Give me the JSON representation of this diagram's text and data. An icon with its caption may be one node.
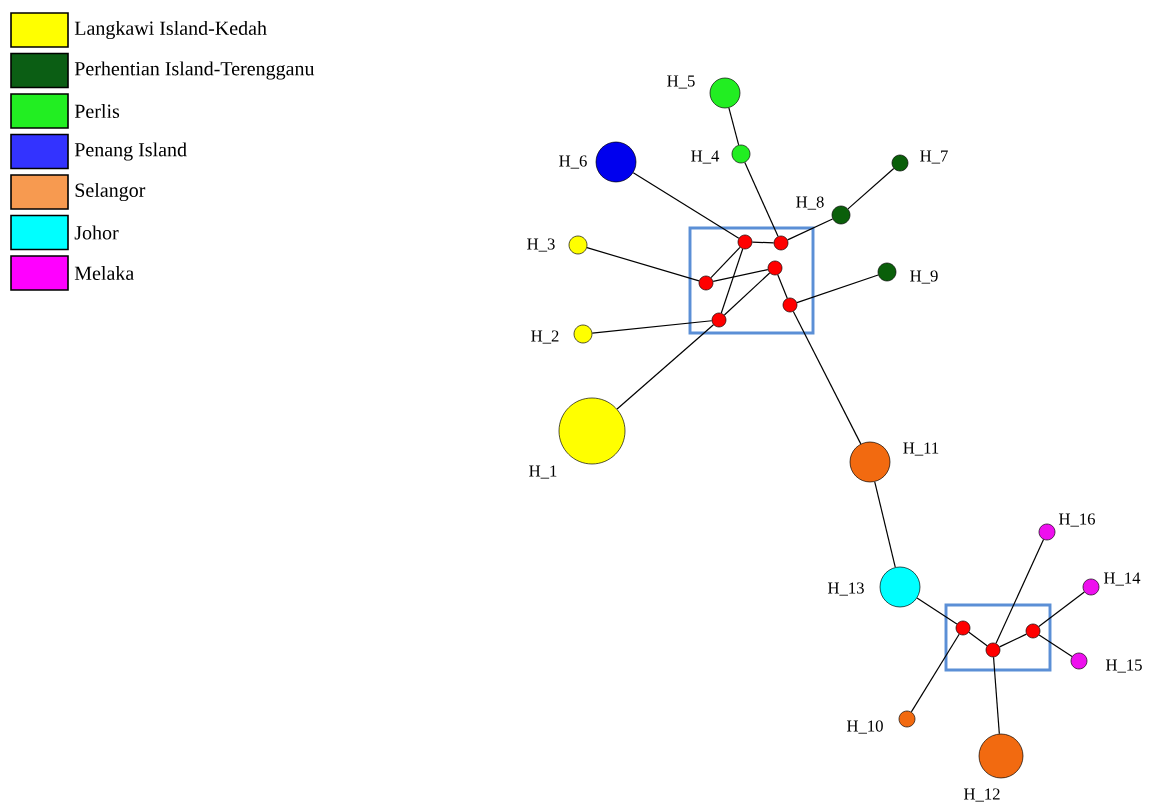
{
  "diagram": {
    "nodes": [
      {
        "text": [],
        "shape": "circle",
        "beside": [
          "H_5"
        ]
      },
      {
        "text": [],
        "shape": "circle",
        "beside": [
          "H_6"
        ]
      },
      {
        "text": [],
        "shape": "circle",
        "beside": [
          "H_4"
        ]
      },
      {
        "text": [],
        "shape": "circle",
        "beside": [
          "H_7"
        ]
      },
      {
        "text": [],
        "shape": "circle",
        "beside": [
          "H_8"
        ]
      },
      {
        "text": [],
        "shape": "circle",
        "beside": [
          "H_3"
        ]
      },
      {
        "text": [],
        "shape": "circle",
        "beside": [
          "H_9"
        ]
      },
      {
        "text": [],
        "shape": "circle",
        "beside": [
          "H_2"
        ]
      },
      {
        "text": [],
        "shape": "circle",
        "beside": [
          "H_1"
        ]
      },
      {
        "text": [],
        "shape": "circle",
        "beside": [
          "H_11"
        ]
      },
      {
        "text": [],
        "shape": "circle",
        "beside": [
          "H_16"
        ]
      },
      {
        "text": [],
        "shape": "circle",
        "beside": [
          "H_14"
        ]
      },
      {
        "text": [],
        "shape": "circle",
        "beside": [
          "H_13"
        ]
      },
      {
        "text": [],
        "shape": "circle",
        "beside": [
          "H_15"
        ]
      },
      {
        "text": [],
        "shape": "circle",
        "beside": [
          "H_10"
        ]
      },
      {
        "text": [],
        "shape": "circle",
        "beside": [
          "H_12"
        ]
      },
      {
        "text": [],
        "shape": "circle"
      },
      {
        "text": [],
        "shape": "circle"
      },
      {
        "text": [],
        "shape": "circle"
      },
      {
        "text": [],
        "shape": "circle"
      },
      {
        "text": [],
        "shape": "circle"
      },
      {
        "text": [],
        "shape": "circle"
      },
      {
        "text": [],
        "shape": "circle"
      },
      {
        "text": [],
        "shape": "circle"
      },
      {
        "text": [],
        "shape": "circle"
      }
    ],
    "edges": [
      {
        "from": 0,
        "to": 2,
        "arrow": "none"
      },
      {
        "from": 1,
        "to": 16,
        "arrow": "none"
      },
      {
        "from": 16,
        "to": 17,
        "arrow": "none"
      },
      {
        "from": 17,
        "to": 2,
        "arrow": "none"
      },
      {
        "from": 17,
        "to": 4,
        "arrow": "none"
      },
      {
        "from": 4,
        "to": 3,
        "arrow": "none"
      },
      {
        "from": 16,
        "to": 18,
        "arrow": "none"
      },
      {
        "from": 16,
        "to": 20,
        "arrow": "none"
      },
      {
        "from": 5,
        "to": 18,
        "arrow": "none"
      },
      {
        "from": 18,
        "to": 19,
        "arrow": "none"
      },
      {
        "from": 19,
        "to": 20,
        "arrow": "none"
      },
      {
        "from": 19,
        "to": 21,
        "arrow": "none"
      },
      {
        "from": 21,
        "to": 6,
        "arrow": "none"
      },
      {
        "from": 7,
        "to": 20,
        "arrow": "none"
      },
      {
        "from": 20,
        "to": 8,
        "arrow": "none"
      },
      {
        "from": 21,
        "to": 9,
        "arrow": "none"
      },
      {
        "from": 9,
        "to": 12,
        "arrow": "none"
      },
      {
        "from": 12,
        "to": 22,
        "arrow": "none"
      },
      {
        "from": 22,
        "to": 23,
        "arrow": "none"
      },
      {
        "from": 22,
        "to": 14,
        "arrow": "none"
      },
      {
        "from": 23,
        "to": 10,
        "arrow": "none"
      },
      {
        "from": 23,
        "to": 15,
        "arrow": "none"
      },
      {
        "from": 23,
        "to": 24,
        "arrow": "none"
      },
      {
        "from": 24,
        "to": 11,
        "arrow": "none"
      },
      {
        "from": 24,
        "to": 13,
        "arrow": "none"
      }
    ],
    "legend": [
      {
        "text": "Langkawi Island-Kedah",
        "color": "#ffff00"
      },
      {
        "text": "Perhentian Island-Terengganu",
        "color": "#0b5e14"
      },
      {
        "text": "Perlis",
        "color": "#22ee22"
      },
      {
        "text": "Penang Island",
        "color": "#3333ff"
      },
      {
        "text": "Selangor",
        "color": "#f79a50"
      },
      {
        "text": "Johor",
        "color": "#00ffff"
      },
      {
        "text": "Melaka",
        "color": "#ff00ff"
      }
    ]
  }
}
